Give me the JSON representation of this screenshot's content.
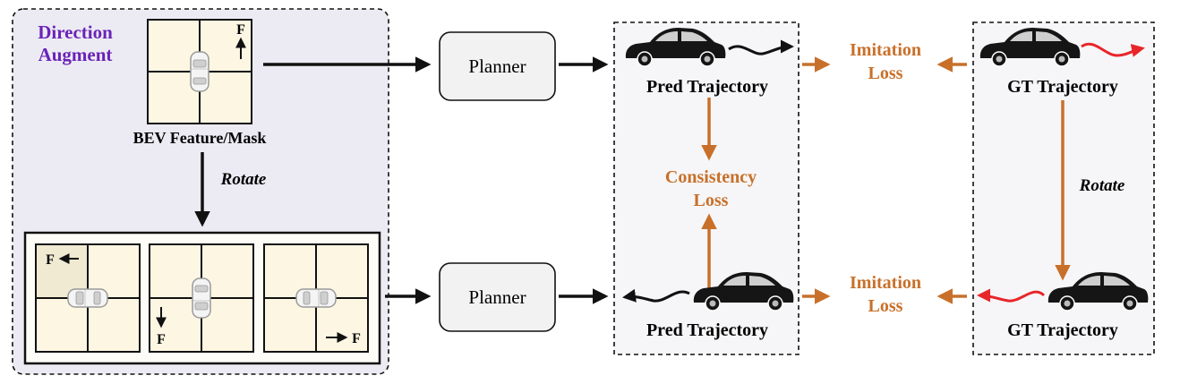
{
  "direction_augment": {
    "title_line1": "Direction",
    "title_line2": "Augment",
    "bev_label": "BEV Feature/Mask",
    "rotate_label": "Rotate",
    "forward_marker": "F"
  },
  "planners": {
    "top_label": "Planner",
    "bottom_label": "Planner"
  },
  "pred_panel": {
    "top_label": "Pred Trajectory",
    "bottom_label": "Pred Trajectory",
    "consistency_line1": "Consistency",
    "consistency_line2": "Loss"
  },
  "imitation": {
    "top_line1": "Imitation",
    "top_line2": "Loss",
    "bottom_line1": "Imitation",
    "bottom_line2": "Loss"
  },
  "gt_panel": {
    "top_label": "GT Trajectory",
    "bottom_label": "GT Trajectory",
    "rotate_label": "Rotate"
  },
  "colors": {
    "orange": "#c8702a",
    "purple": "#6a23b8",
    "red_trajectory": "#e8262a",
    "panel_fill": "#ecebf3",
    "grid_fill": "#fdf6e3"
  }
}
